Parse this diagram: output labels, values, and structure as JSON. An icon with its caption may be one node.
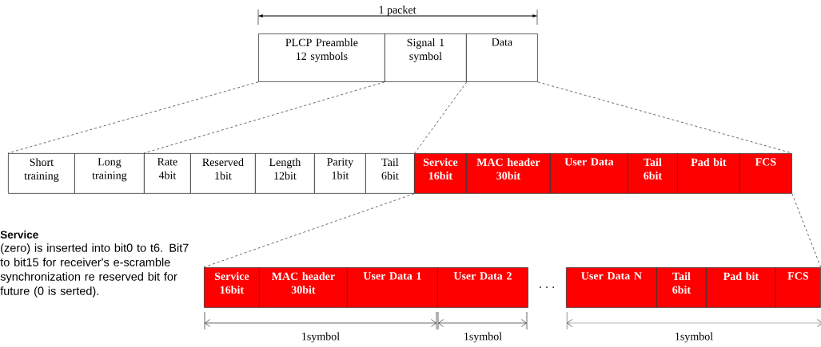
{
  "diagram": {
    "nodes": [
      {
        "text": [
          "PLCP Preamble 12 symbols"
        ]
      },
      {
        "text": [
          "Signal 1 symbol"
        ]
      },
      {
        "text": [
          "Data"
        ]
      },
      {
        "text": [
          "Short training"
        ]
      },
      {
        "text": [
          "Long training"
        ]
      },
      {
        "text": [
          "Rate 4bit"
        ]
      },
      {
        "text": [
          "Reserved 1bit"
        ]
      },
      {
        "text": [
          "Length 12bit"
        ]
      },
      {
        "text": [
          "Parity 1bit"
        ]
      },
      {
        "text": [
          "Tail 6bit"
        ]
      },
      {
        "text": [
          "Service 16bit"
        ]
      },
      {
        "text": [
          "MAC header 30bit"
        ]
      },
      {
        "text": [
          "User Data"
        ]
      },
      {
        "text": [
          "Tail 6bit"
        ]
      },
      {
        "text": [
          "Pad bit"
        ]
      },
      {
        "text": [
          "FCS"
        ]
      },
      {
        "text": [
          "Service 16bit"
        ]
      },
      {
        "text": [
          "MAC header 30bit"
        ]
      },
      {
        "text": [
          "User Data 1"
        ]
      },
      {
        "text": [
          "User Data 2"
        ]
      },
      {
        "text": [
          "User Data N"
        ]
      },
      {
        "text": [
          "Tail 6bit"
        ]
      },
      {
        "text": [
          "Pad bit"
        ]
      },
      {
        "text": [
          "FCS"
        ]
      }
    ],
    "edges": [
      {
        "from": 0,
        "to": 3,
        "arrow": "none",
        "style": "dashed"
      },
      {
        "from": 1,
        "to": 5,
        "arrow": "none",
        "style": "dashed"
      },
      {
        "from": 1,
        "to": 9,
        "arrow": "none",
        "style": "dashed"
      },
      {
        "from": 2,
        "to": 15,
        "arrow": "none",
        "style": "dashed"
      },
      {
        "from": 10,
        "to": 16,
        "arrow": "none",
        "style": "dashed"
      },
      {
        "from": 15,
        "to": 23,
        "arrow": "none",
        "style": "dashed"
      }
    ],
    "labels": [
      "1 packet",
      "Service",
      "(zero) is inserted into bit0 to t6. Bit7 to bit15 for receiver's e-scramble synchronization re reserved bit for future (0 is serted).",
      "· · ·",
      "1symbol",
      "1symbol",
      "1symbol"
    ]
  }
}
